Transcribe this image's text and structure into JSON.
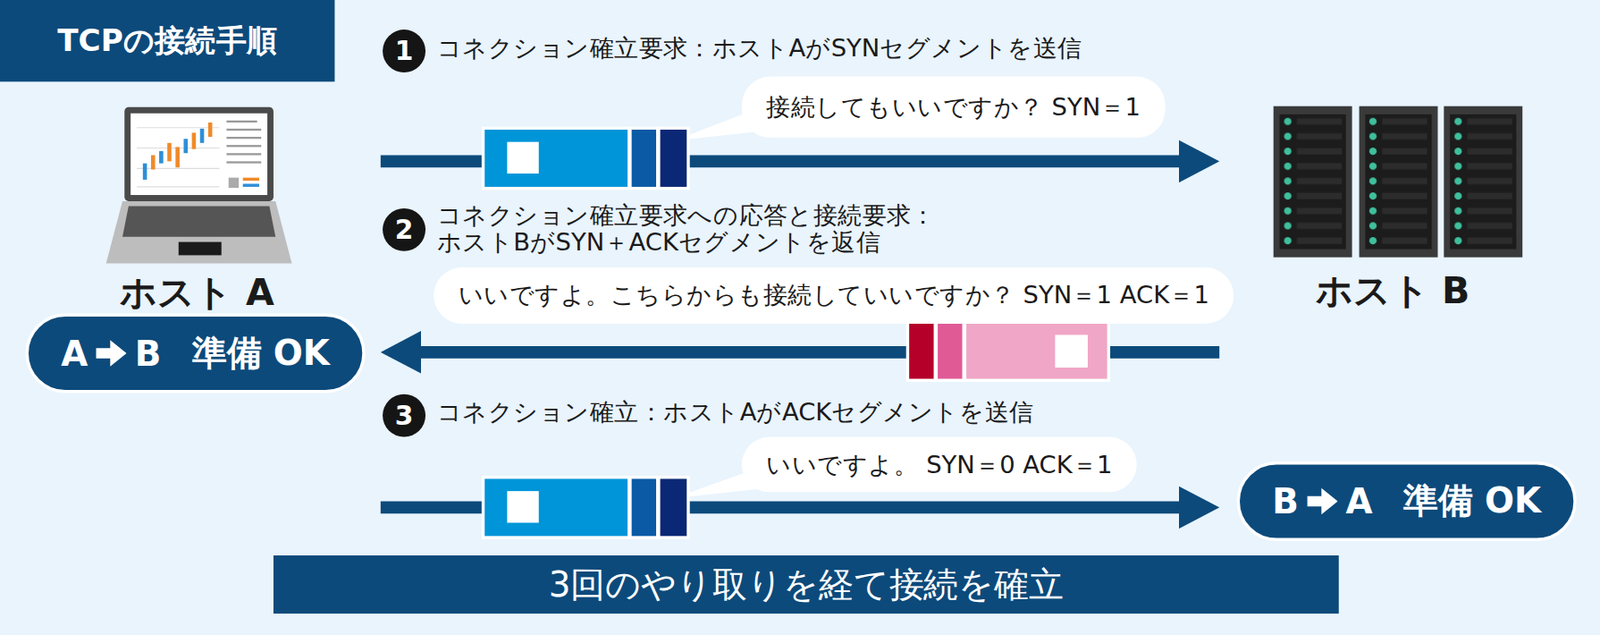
{
  "diagram": {
    "title": "TCPの接続手順",
    "caption": "3回のやり取りを経て接続を確立",
    "nodes": [
      {
        "text": [
          "ホスト A"
        ]
      },
      {
        "text": [
          "A",
          "B",
          "準備 OK"
        ],
        "in": 0
      },
      {
        "text": [
          "ホスト B"
        ]
      },
      {
        "text": [
          "B",
          "A",
          "準備 OK"
        ],
        "in": 2
      },
      {
        "text": [
          "接続してもいいですか？ SYN＝1"
        ]
      },
      {
        "text": [
          "いいですよ。こちらからも接続していいですか？ SYN＝1 ACK＝1"
        ]
      },
      {
        "text": [
          "いいですよ。 SYN＝0 ACK＝1"
        ]
      }
    ],
    "edges": [
      {
        "from": 0,
        "to": 2,
        "arrow": "to"
      },
      {
        "from": 2,
        "to": 0,
        "arrow": "to"
      },
      {
        "from": 0,
        "to": 2,
        "arrow": "to"
      }
    ],
    "labels": [
      "1",
      "コネクション確立要求：ホストAがSYNセグメントを送信",
      "2",
      "コネクション確立要求への応答と接続要求： ホストBがSYN＋ACKセグメントを返信",
      "3",
      "コネクション確立：ホストAがACKセグメントを送信"
    ]
  }
}
